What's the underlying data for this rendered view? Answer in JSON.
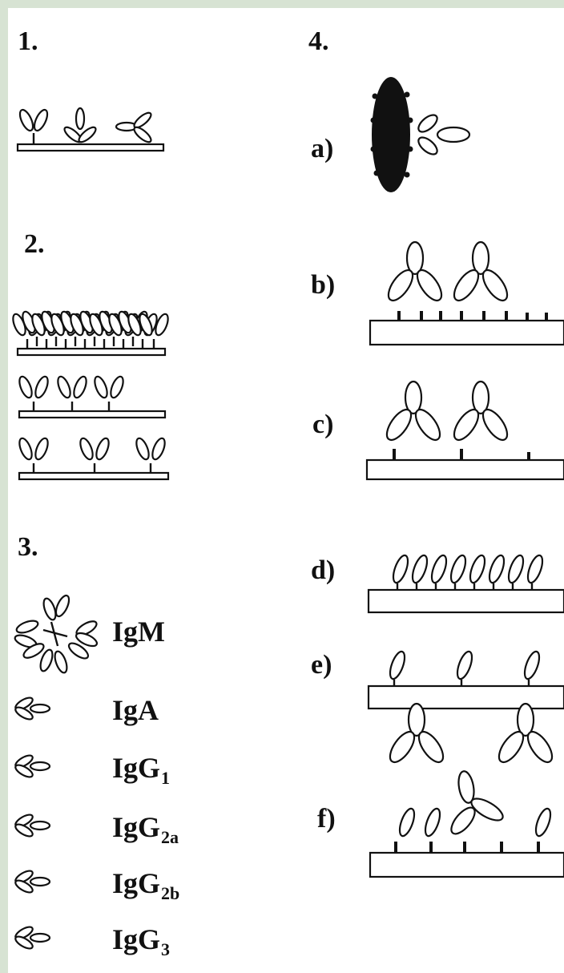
{
  "panels": {
    "p1": "1.",
    "p2": "2.",
    "p3": "3.",
    "p4": "4."
  },
  "subpanels": {
    "a": "a)",
    "b": "b)",
    "c": "c)",
    "d": "d)",
    "e": "e)",
    "f": "f)"
  },
  "isotypes": [
    {
      "base": "IgM",
      "sub": ""
    },
    {
      "base": "IgA",
      "sub": ""
    },
    {
      "base": "IgG",
      "sub": "1"
    },
    {
      "base": "IgG",
      "sub": "2a"
    },
    {
      "base": "IgG",
      "sub": "2b"
    },
    {
      "base": "IgG",
      "sub": "3"
    }
  ]
}
